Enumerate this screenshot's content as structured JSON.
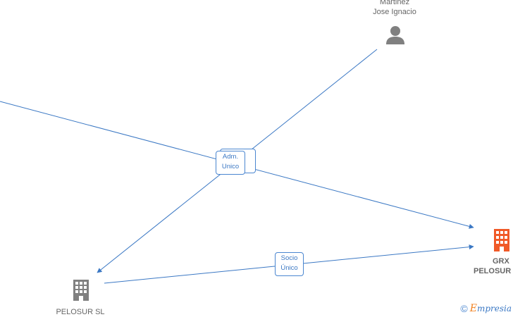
{
  "nodes": {
    "martinez": {
      "name_line1": "Martinez",
      "name_line2": "Jose Ignacio",
      "icon": "person-icon",
      "color": "#808080"
    },
    "pelosur_sl": {
      "name": "PELOSUR  SL",
      "icon": "building-icon",
      "color": "#808080"
    },
    "grx_pelosur": {
      "name_line1": "GRX",
      "name_line2": "PELOSUR",
      "icon": "building-icon",
      "color": "#f05a28"
    }
  },
  "edges": {
    "adm_unico": {
      "label_line1": "Adm.",
      "label_line2": "Unico"
    },
    "socio_unico": {
      "label_line1": "Socio",
      "label_line2": "Único"
    }
  },
  "colors": {
    "edge": "#3b78c4",
    "label_border": "#4a86d0"
  },
  "watermark": {
    "symbol": "©",
    "brand_initial": "E",
    "brand_rest": "mpresia"
  }
}
